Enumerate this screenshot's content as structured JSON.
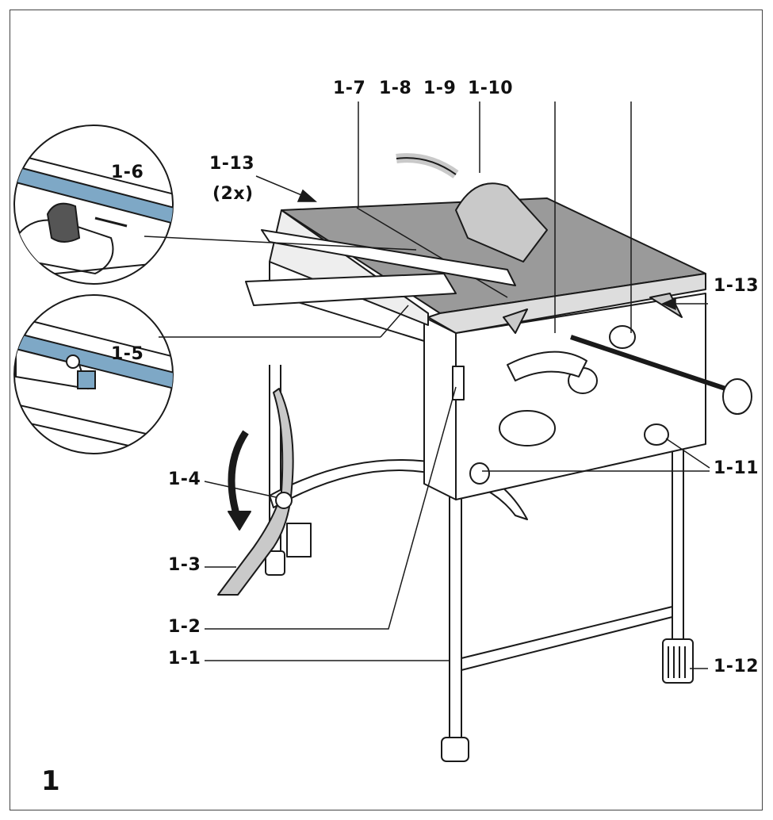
{
  "figure": {
    "number": "1",
    "colors": {
      "line": "#1a1a1a",
      "tabletop": "#9a9a9a",
      "guard": "#c9c9c9",
      "accent": "#7ea8c6",
      "frame": "#444444"
    }
  },
  "callouts": {
    "c1_1": "1-1",
    "c1_2": "1-2",
    "c1_3": "1-3",
    "c1_4": "1-4",
    "c1_5": "1-5",
    "c1_6": "1-6",
    "c1_7": "1-7",
    "c1_8": "1-8",
    "c1_9": "1-9",
    "c1_10": "1-10",
    "c1_11": "1-11",
    "c1_12": "1-12",
    "c1_13_right": "1-13",
    "c1_13_top": "1-13",
    "c1_13_qty": "(2x)"
  }
}
